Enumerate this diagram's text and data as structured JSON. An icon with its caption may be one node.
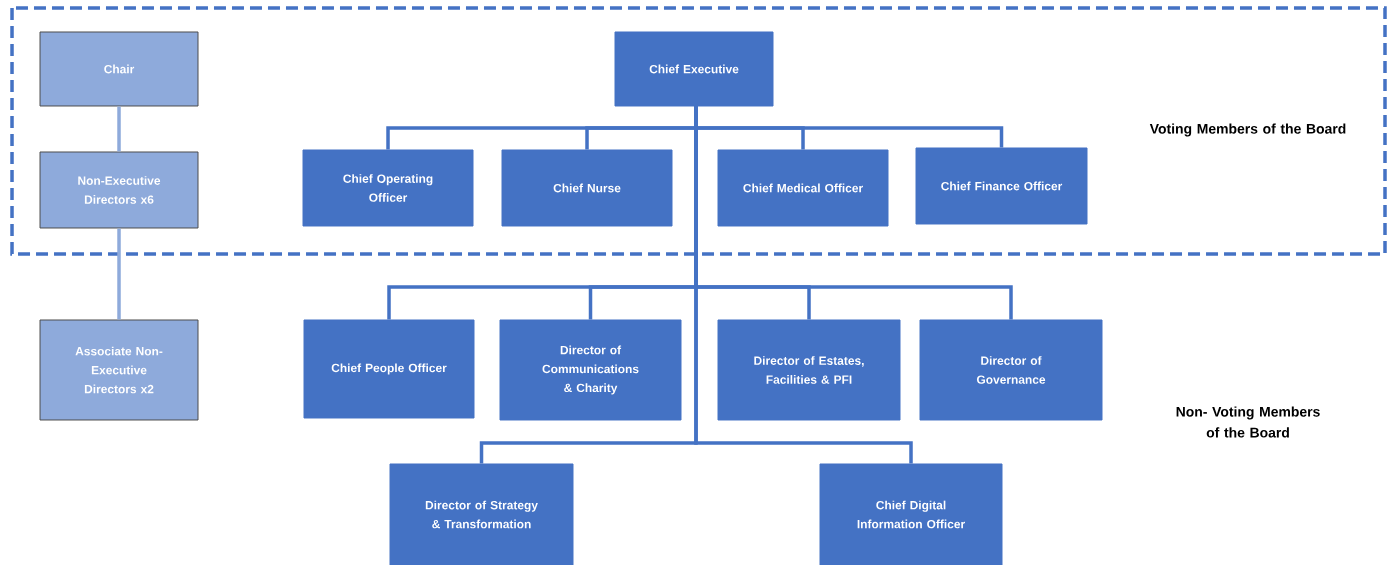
{
  "diagram": {
    "nodes": [
      {
        "text": [
          "Voting Members of the Board"
        ]
      },
      {
        "text": [
          "Chair"
        ],
        "in": 0
      },
      {
        "text": [
          "Non-Executive Directors x6"
        ],
        "in": 0
      },
      {
        "text": [
          "Chief Executive"
        ],
        "in": 0
      },
      {
        "text": [
          "Chief Operating Officer"
        ],
        "in": 0
      },
      {
        "text": [
          "Chief Nurse"
        ],
        "in": 0
      },
      {
        "text": [
          "Chief Medical Officer"
        ],
        "in": 0
      },
      {
        "text": [
          "Chief Finance Officer"
        ],
        "in": 0
      },
      {
        "text": [
          "Associate Non-Executive Directors x2"
        ]
      },
      {
        "text": [
          "Chief People Officer"
        ]
      },
      {
        "text": [
          "Director of Communications & Charity"
        ]
      },
      {
        "text": [
          "Director of Estates, Facilities & PFI"
        ]
      },
      {
        "text": [
          "Director of Governance"
        ]
      },
      {
        "text": [
          "Director of Strategy & Transformation"
        ]
      },
      {
        "text": [
          "Chief Digital Information Officer"
        ]
      }
    ],
    "edges": [
      {
        "from": 1,
        "to": 2,
        "arrow": "none",
        "color": "#8eaadb"
      },
      {
        "from": 2,
        "to": 8,
        "arrow": "none",
        "color": "#8eaadb"
      },
      {
        "from": 3,
        "to": 4,
        "arrow": "none"
      },
      {
        "from": 3,
        "to": 5,
        "arrow": "none"
      },
      {
        "from": 3,
        "to": 6,
        "arrow": "none"
      },
      {
        "from": 3,
        "to": 7,
        "arrow": "none"
      },
      {
        "from": 3,
        "to": 9,
        "arrow": "none"
      },
      {
        "from": 3,
        "to": 10,
        "arrow": "none"
      },
      {
        "from": 3,
        "to": 11,
        "arrow": "none"
      },
      {
        "from": 3,
        "to": 12,
        "arrow": "none"
      },
      {
        "from": 3,
        "to": 13,
        "arrow": "none"
      },
      {
        "from": 3,
        "to": 14,
        "arrow": "none"
      }
    ],
    "labels": [
      "Non- Voting Members of the Board"
    ]
  }
}
